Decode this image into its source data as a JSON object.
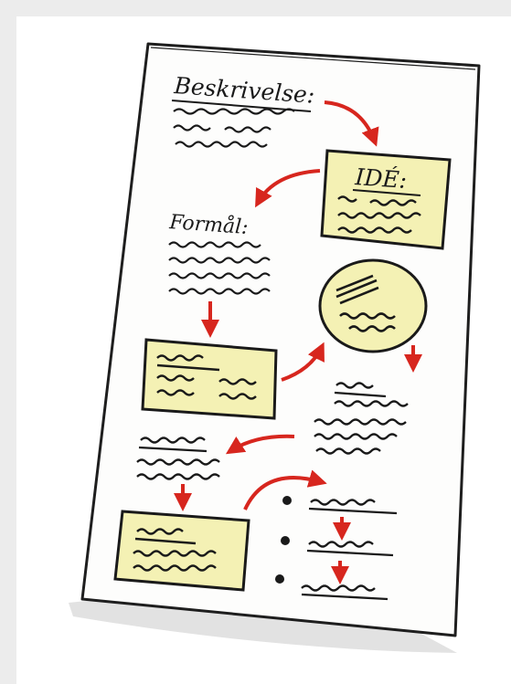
{
  "illustration": {
    "heading": "Beskrivelse:",
    "idea_label": "IDÉ:",
    "purpose_label": "Formål:",
    "accent_color": "#d7261e",
    "note_color": "#f4f1b4",
    "ink_color": "#1a1a1a"
  }
}
